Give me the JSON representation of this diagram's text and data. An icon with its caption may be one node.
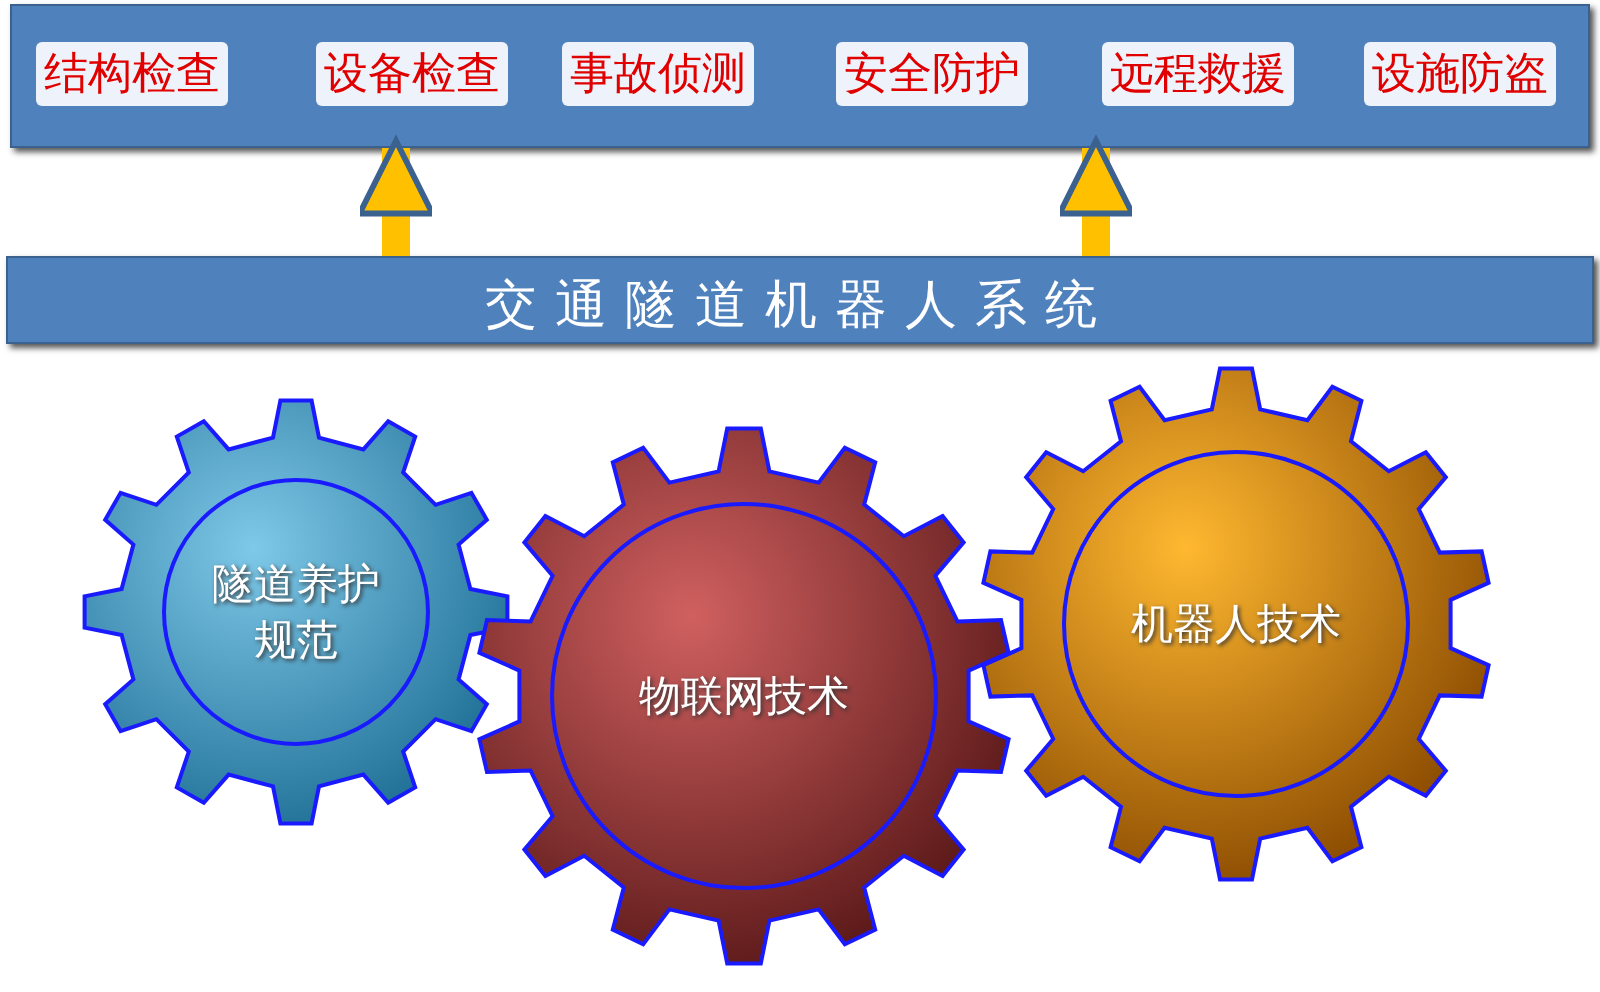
{
  "diagram": {
    "nodes": [
      {
        "text": [
          "结构检查",
          "设备检查",
          "事故侦测",
          "安全防护",
          "远程救援",
          "设施防盗"
        ]
      },
      {
        "text": [
          "交通隧道机器人系统"
        ]
      },
      {
        "text": [
          "隧道养护规范"
        ]
      },
      {
        "text": [
          "物联网技术"
        ]
      },
      {
        "text": [
          "机器人技术"
        ]
      }
    ],
    "edges": [
      {
        "from": 1,
        "to": 0,
        "arrow": "to"
      },
      {
        "from": 1,
        "to": 0,
        "arrow": "to"
      }
    ]
  }
}
